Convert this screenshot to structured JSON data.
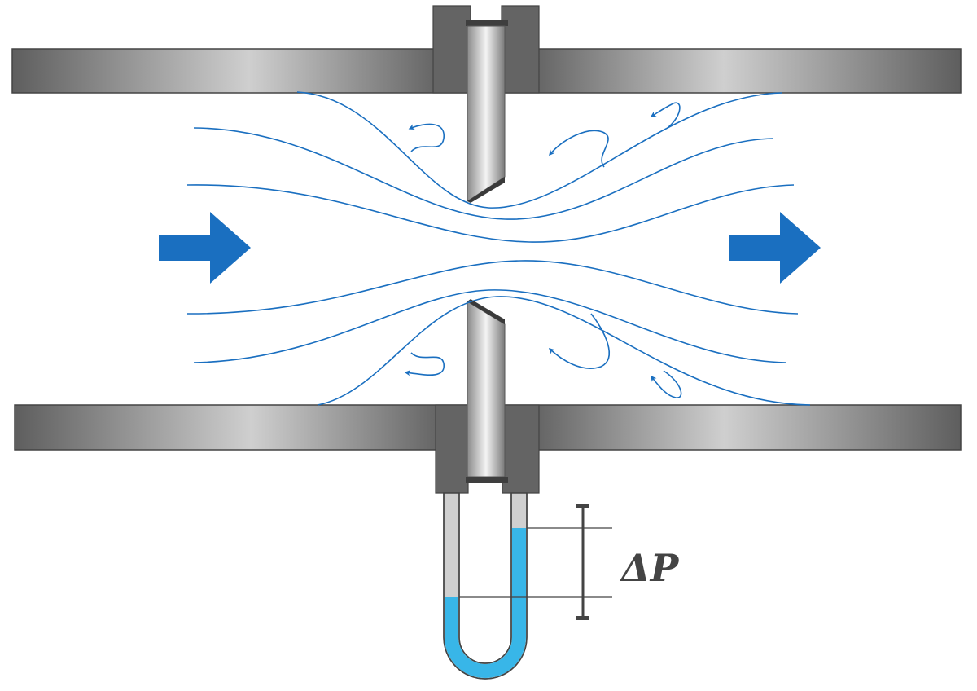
{
  "diagram": {
    "label_delta_p": "ΔP",
    "colors": {
      "flow": "#1a6fc0",
      "pipe_dark": "#5e5e5e",
      "pipe_light": "#cfcfcf",
      "fluid": "#38b6e8",
      "tube_empty": "#d0d0d0",
      "outline": "#444444"
    },
    "elements": [
      "pipe-wall-top",
      "pipe-wall-bottom",
      "orifice-plate",
      "u-tube-manometer",
      "flow-arrow-in",
      "flow-arrow-out",
      "streamlines",
      "vortices",
      "delta-p-bracket"
    ]
  }
}
